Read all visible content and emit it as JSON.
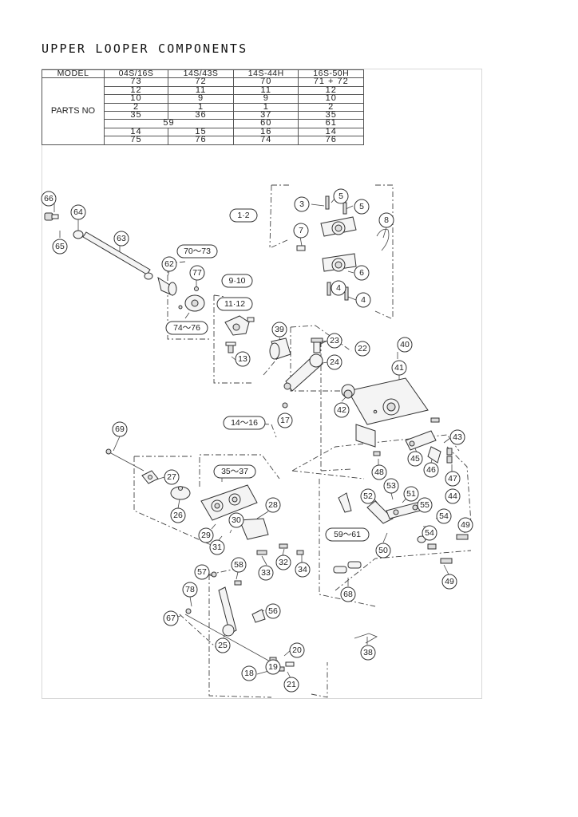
{
  "title": "UPPER LOOPER COMPONENTS",
  "table": {
    "header": [
      "MODEL",
      "04S/16S",
      "14S/43S",
      "14S-44H",
      "16S-50H"
    ],
    "row_label": "PARTS NO",
    "rows": [
      [
        "73",
        "72",
        "70",
        "71 + 72"
      ],
      [
        "12",
        "11",
        "11",
        "12"
      ],
      [
        "10",
        "9",
        "9",
        "10"
      ],
      [
        "2",
        "1",
        "1",
        "2"
      ],
      [
        "35",
        "36",
        "37",
        "35"
      ],
      [
        "59",
        "60",
        "61"
      ],
      [
        "14",
        "15",
        "16",
        "14"
      ],
      [
        "75",
        "76",
        "74",
        "76"
      ]
    ]
  },
  "callouts": {
    "c66": "66",
    "c64": "64",
    "c65": "65",
    "c63": "63",
    "c62": "62",
    "c77": "77",
    "c3": "3",
    "c5a": "5",
    "c5b": "5",
    "c8": "8",
    "c7": "7",
    "c6": "6",
    "c4a": "4",
    "c4b": "4",
    "c39": "39",
    "c13": "13",
    "c23": "23",
    "c24": "24",
    "c40": "40",
    "c41": "41",
    "c42": "42",
    "c17": "17",
    "c69": "69",
    "c27": "27",
    "c26": "26",
    "c28": "28",
    "c29": "29",
    "c30": "30",
    "c31": "31",
    "c33": "33",
    "c32": "32",
    "c34": "34",
    "c43": "43",
    "c45": "45",
    "c46": "46",
    "c47": "47",
    "c44": "44",
    "c48": "48",
    "c53": "53",
    "c52": "52",
    "c51": "51",
    "c55": "55",
    "c54a": "54",
    "c54b": "54",
    "c49a": "49",
    "c49b": "49",
    "c50": "50",
    "c57": "57",
    "c58": "58",
    "c78": "78",
    "c67": "67",
    "c56": "56",
    "c25": "25",
    "c20": "20",
    "c19": "19",
    "c18": "18",
    "c21": "21",
    "c68": "68",
    "c38": "38"
  },
  "labels": {
    "l12": "1·2",
    "l7073": "70～73",
    "l910": "9·10",
    "l1112": "11·12",
    "l7476": "74～76",
    "l22": "22",
    "l1416": "14～16",
    "l3537": "35～37",
    "l5961": "59～61"
  }
}
